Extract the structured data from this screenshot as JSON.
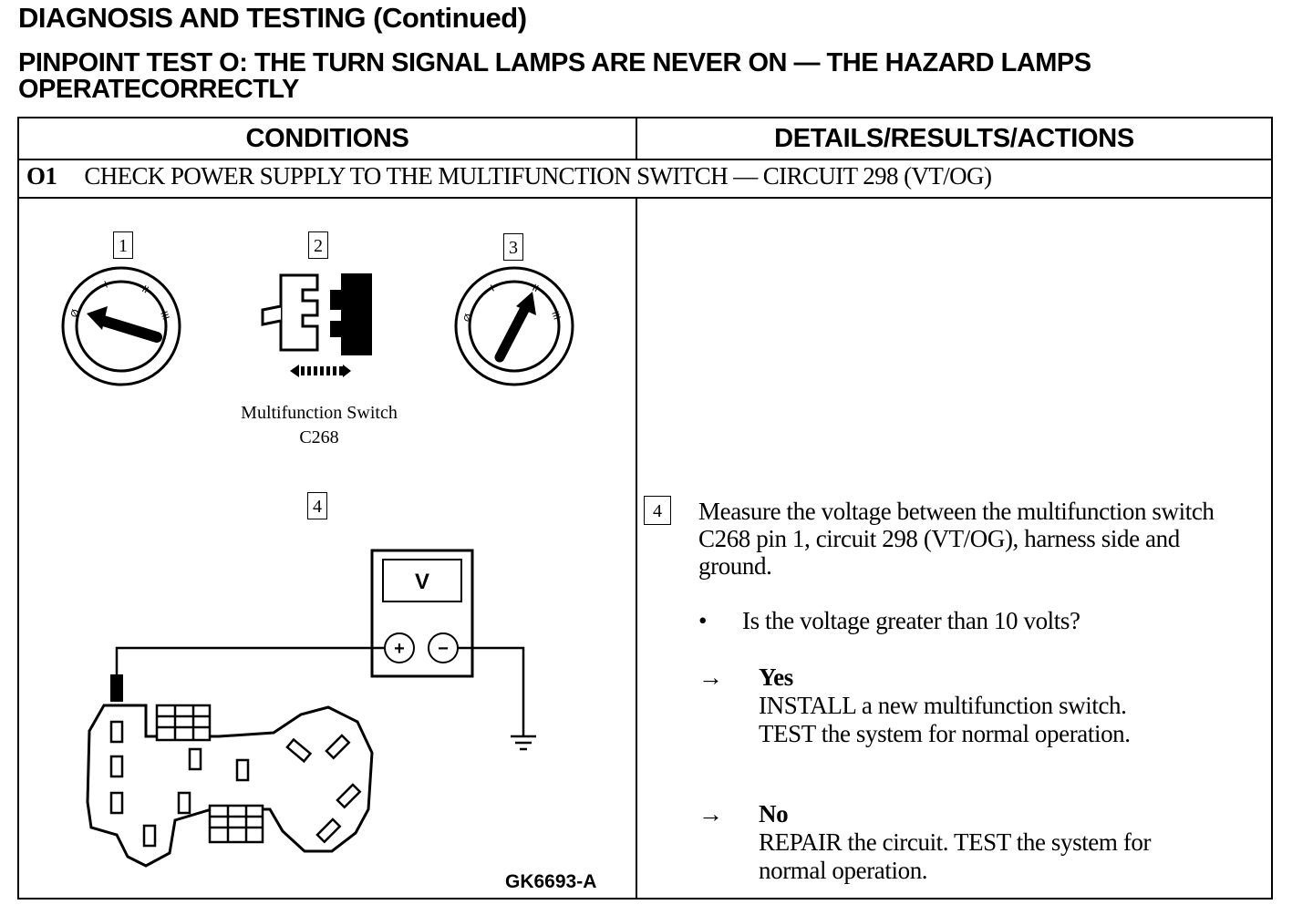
{
  "document": {
    "heading": "DIAGNOSIS AND TESTING (Continued)",
    "test_title": "PINPOINT TEST O:  THE TURN SIGNAL LAMPS ARE NEVER ON — THE HAZARD LAMPS OPERATECORRECTLY"
  },
  "table": {
    "col_conditions": "CONDITIONS",
    "col_details": "DETAILS/RESULTS/ACTIONS",
    "step_number": "O1",
    "step_title": "CHECK POWER SUPPLY TO THE MULTIFUNCTION SWITCH — CIRCUIT 298 (VT/OG)"
  },
  "diagram": {
    "callouts": [
      "1",
      "2",
      "3",
      "4"
    ],
    "caption_line1": "Multifunction Switch",
    "caption_line2": "C268",
    "meter_label": "V",
    "plus_symbol": "+",
    "minus_symbol": "−",
    "key_marks": [
      "Ø",
      "I",
      "II",
      "III"
    ],
    "figure_code": "GK6693-A"
  },
  "details": {
    "step_callout": "4",
    "instruction": "Measure the voltage between the multifunction switch C268 pin 1, circuit 298 (VT/OG), harness side and ground.",
    "bullet": "•",
    "question": "Is the voltage greater than 10 volts?",
    "arrow": "→",
    "yes": {
      "label": "Yes",
      "line1": "INSTALL a new multifunction switch.",
      "line2": "TEST the system  for normal operation."
    },
    "no": {
      "label": "No",
      "line1": "REPAIR the circuit. TEST the system for",
      "line2": "normal operation."
    }
  }
}
